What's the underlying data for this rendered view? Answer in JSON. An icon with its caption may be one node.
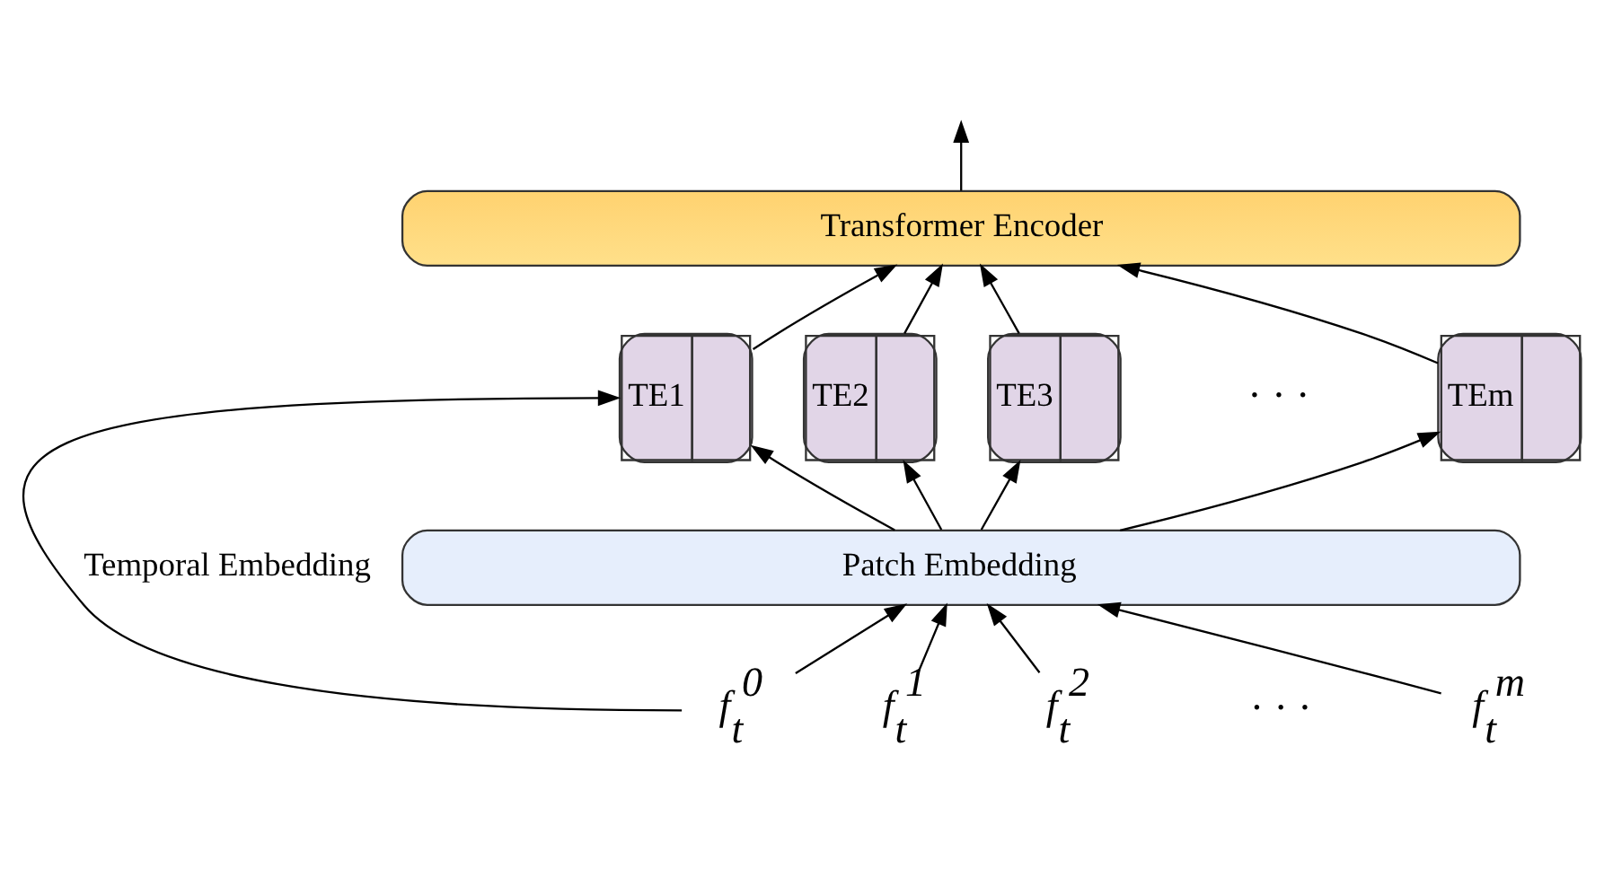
{
  "diagram": {
    "nodes": [
      {
        "text": [
          "Transformer Encoder"
        ]
      },
      {
        "text": [
          "TE1"
        ]
      },
      {
        "text": [
          "TE2"
        ]
      },
      {
        "text": [
          "TE3"
        ]
      },
      {
        "text": [
          "TEm"
        ]
      },
      {
        "text": [
          "Patch Embedding"
        ]
      },
      {
        "text": [
          "*f*$_{t}$$^{0}$"
        ]
      },
      {
        "text": [
          "*f*$_{t}$$^{1}$"
        ]
      },
      {
        "text": [
          "*f*$_{t}$$^{2}$"
        ]
      },
      {
        "text": [
          "*f*$_{t}$$^{m}$"
        ]
      }
    ],
    "edges": [
      {
        "from": 6,
        "to": 5,
        "arrow": "to"
      },
      {
        "from": 7,
        "to": 5,
        "arrow": "to"
      },
      {
        "from": 8,
        "to": 5,
        "arrow": "to"
      },
      {
        "from": 9,
        "to": 5,
        "arrow": "to"
      },
      {
        "from": 5,
        "to": 1,
        "arrow": "to"
      },
      {
        "from": 5,
        "to": 2,
        "arrow": "to"
      },
      {
        "from": 5,
        "to": 3,
        "arrow": "to"
      },
      {
        "from": 5,
        "to": 4,
        "arrow": "to"
      },
      {
        "from": 1,
        "to": 0,
        "arrow": "to"
      },
      {
        "from": 2,
        "to": 0,
        "arrow": "to"
      },
      {
        "from": 3,
        "to": 0,
        "arrow": "to"
      },
      {
        "from": 4,
        "to": 0,
        "arrow": "to"
      },
      {
        "from": 0,
        "to": null,
        "arrow": "to"
      },
      {
        "from": 6,
        "to": 1,
        "arrow": "to",
        "label": "Temporal Embedding"
      }
    ],
    "labels": [
      "· · ·",
      "· · ·"
    ]
  }
}
